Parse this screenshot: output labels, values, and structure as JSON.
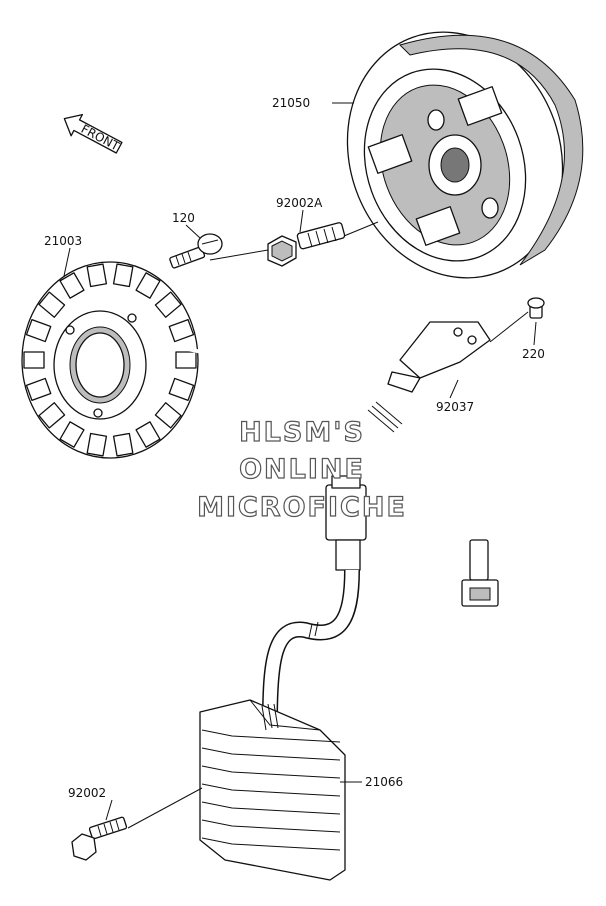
{
  "front_arrow": {
    "text": "FRONT"
  },
  "callouts": {
    "flywheel": "21050",
    "stator": "21003",
    "screw_120": "120",
    "bolt_92002A": "92002A",
    "bracket": "92037",
    "screw_220": "220",
    "regulator": "21066",
    "bolt_92002": "92002"
  },
  "watermark": {
    "line1": "HLSM'S",
    "line2": "ONLINE",
    "line3": "MICROFICHE"
  }
}
